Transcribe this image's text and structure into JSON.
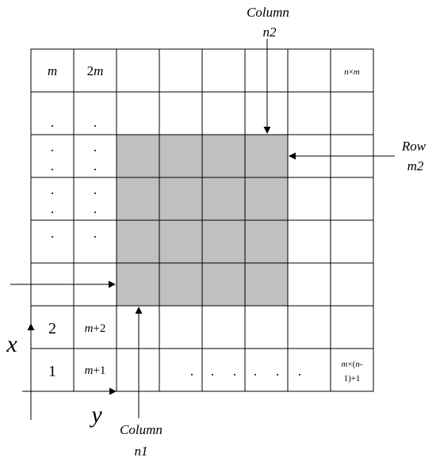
{
  "grid": {
    "rows": 8,
    "cols": 8,
    "shaded": {
      "row_start": 2,
      "row_end": 5,
      "col_start": 2,
      "col_end": 5
    },
    "shade_color": "#c0c0c0",
    "line_color": "#000000"
  },
  "cells": {
    "r0c0": "m",
    "r0c1_num": "2",
    "r0c1_var": "m",
    "r0c7_a": "n",
    "r0c7_b": "×",
    "r0c7_c": "m",
    "dot": ".",
    "r6c0": "2",
    "r6c1_var": "m",
    "r6c1_rest": "+2",
    "r7c0": "1",
    "r7c1_var": "m",
    "r7c1_rest": "+1",
    "r7c7_l1_a": "m",
    "r7c7_l1_b": "×(",
    "r7c7_l1_c": "n",
    "r7c7_l1_d": "-",
    "r7c7_l2": "1)+1"
  },
  "labels": {
    "col_top_word": "Column",
    "col_top_id": "n2",
    "row_word": "Row",
    "row_id": "m2",
    "col_bottom_word": "Column",
    "col_bottom_id": "n1",
    "axis_x": "x",
    "axis_y": "y"
  }
}
